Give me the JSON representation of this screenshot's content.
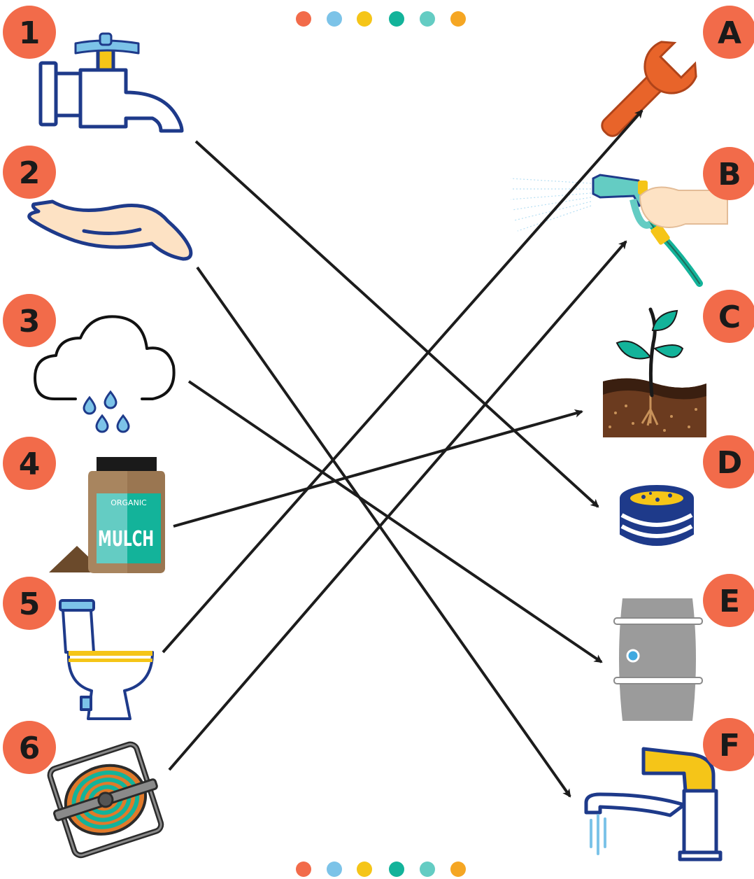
{
  "left_labels": [
    "1",
    "2",
    "3",
    "4",
    "5",
    "6"
  ],
  "right_labels": [
    "A",
    "B",
    "C",
    "D",
    "E",
    "F"
  ],
  "left_items": [
    {
      "label": "1",
      "icon": "outdoor-tap-icon"
    },
    {
      "label": "2",
      "icon": "open-hand-icon"
    },
    {
      "label": "3",
      "icon": "rain-cloud-icon"
    },
    {
      "label": "4",
      "icon": "mulch-bag-icon"
    },
    {
      "label": "5",
      "icon": "toilet-icon"
    },
    {
      "label": "6",
      "icon": "hose-reel-icon"
    }
  ],
  "right_items": [
    {
      "label": "A",
      "icon": "wrench-icon"
    },
    {
      "label": "B",
      "icon": "hose-spray-nozzle-icon"
    },
    {
      "label": "C",
      "icon": "seedling-in-soil-icon"
    },
    {
      "label": "D",
      "icon": "leaky-pipe-icon"
    },
    {
      "label": "E",
      "icon": "water-tank-icon"
    },
    {
      "label": "F",
      "icon": "mixer-tap-icon"
    }
  ],
  "mulch_bag": {
    "organic": "ORGANIC",
    "mulch": "MULCH"
  },
  "connections": [
    {
      "from": "1",
      "to": "D"
    },
    {
      "from": "2",
      "to": "F"
    },
    {
      "from": "3",
      "to": "E"
    },
    {
      "from": "4",
      "to": "C"
    },
    {
      "from": "5",
      "to": "A"
    },
    {
      "from": "6",
      "to": "B"
    }
  ],
  "colors": {
    "badge": "#f26b4a",
    "dots": [
      "#f26b4a",
      "#7cc3e8",
      "#f5c518",
      "#13b39a",
      "#64ccc3",
      "#f5a623"
    ],
    "arrow": "#1c1c1c",
    "navy": "#1e3a8a"
  }
}
